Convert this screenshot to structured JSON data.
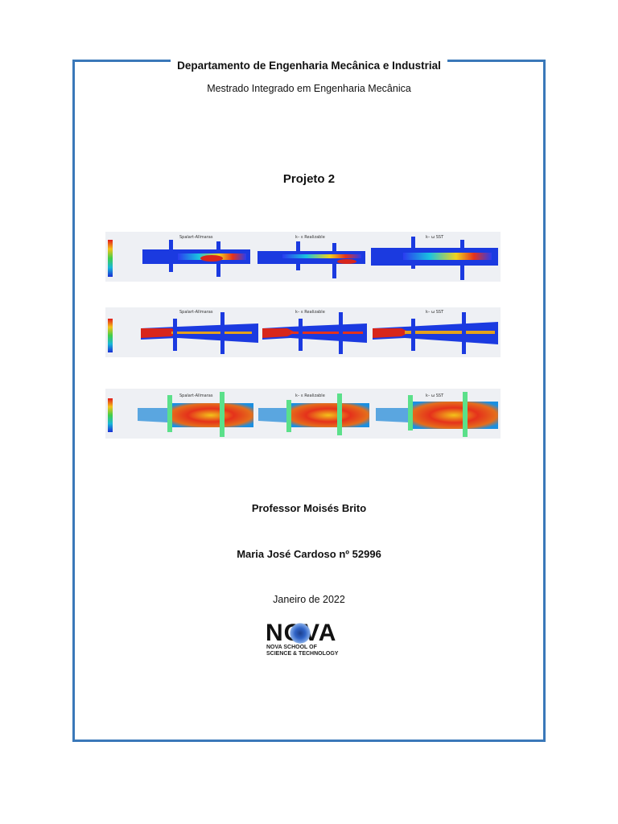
{
  "header": {
    "department": "Departamento de Engenharia Mecânica e Industrial",
    "course": "Mestrado Integrado em Engenharia Mecânica"
  },
  "project_title": "Projeto 2",
  "figures": [
    {
      "labels": [
        "Spalart-Allmaras",
        "k– ε Realizable",
        "k– ω SST"
      ]
    },
    {
      "labels": [
        "Spalart-Allmaras",
        "k– ε Realizable",
        "k– ω SST"
      ]
    },
    {
      "labels": [
        "Spalart-Allmaras",
        "k– ε Realizable",
        "k– ω SST"
      ]
    }
  ],
  "professor": "Professor Moisés Brito",
  "student": "Maria José Cardoso nº 52996",
  "date": "Janeiro de 2022",
  "logo": {
    "word": "NOVA",
    "subtitle": "NOVA SCHOOL OF\nSCIENCE & TECHNOLOGY"
  },
  "colors": {
    "frame": "#3a78b9"
  }
}
